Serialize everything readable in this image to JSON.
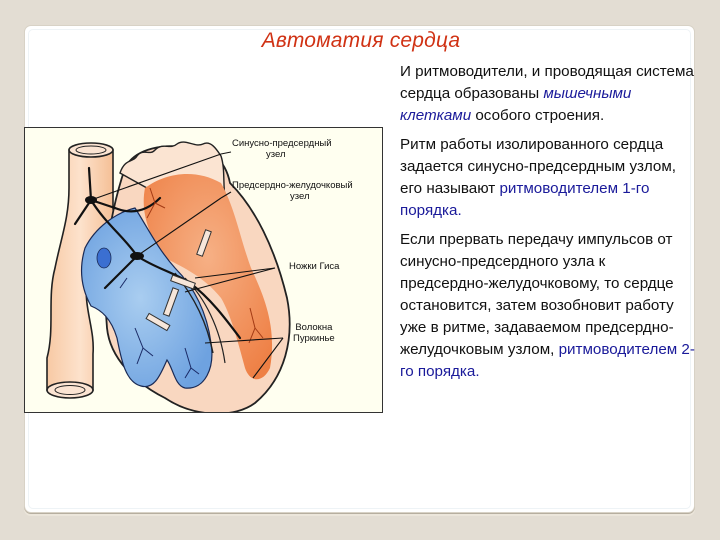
{
  "slide": {
    "title": "Автоматия сердца",
    "colors": {
      "background": "#e3ddd3",
      "card": "#ffffff",
      "title": "#d03214",
      "highlight": "#1a1a9a",
      "body_text": "#111111",
      "figure_bg": "#fffff0",
      "atria_orange": "#f08a4e",
      "ventricle_blue": "#7fb0e6",
      "vessel_peach": "#f9d3b2"
    }
  },
  "figure": {
    "description": "Схема проводящей системы сердца",
    "labels": {
      "sa_node_line1": "Синусно-предсердный",
      "sa_node_line2": "узел",
      "av_node_line1": "Предсердно-желудочковый",
      "av_node_line2": "узел",
      "his_bundle": "Ножки Гиса",
      "purkinje_line1": "Волокна",
      "purkinje_line2": "Пуркинье"
    }
  },
  "text": {
    "p1": {
      "part1": "И ритмоводители, и проводящая система сердца образованы ",
      "highlight": "мышечными клетками",
      "part2": " особого строения."
    },
    "p2": {
      "part1": "Ритм работы изолированного сердца задается синусно-предсердным узлом, его называют ",
      "highlight": "ритмоводителем 1-го порядка."
    },
    "p3": {
      "part1": "Если прервать передачу импульсов от синусно-предсердного узла к предсердно-желудочковому, то сердце остановится, затем возобновит работу уже в ритме, задаваемом предсердно-желудочковым узлом, ",
      "highlight": "ритмоводителем 2-го порядка."
    }
  }
}
